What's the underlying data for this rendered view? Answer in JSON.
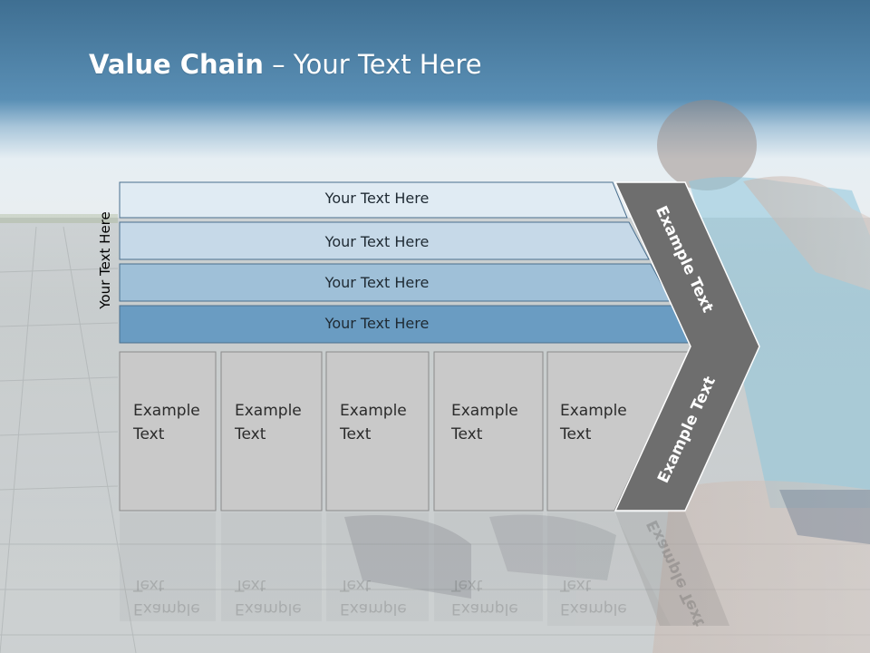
{
  "slide": {
    "title_bold": "Value Chain",
    "title_rest": " – Your Text Here",
    "side_label": "Your Text Here"
  },
  "bands": [
    {
      "label": "Your Text Here",
      "color": "#e0ebf3"
    },
    {
      "label": "Your Text Here",
      "color": "#c6d9e8"
    },
    {
      "label": "Your Text Here",
      "color": "#9fc0d8"
    },
    {
      "label": "Your Text Here",
      "color": "#6a9cc2"
    }
  ],
  "boxes": [
    {
      "line1": "Example",
      "line2": "Text"
    },
    {
      "line1": "Example",
      "line2": "Text"
    },
    {
      "line1": "Example",
      "line2": "Text"
    },
    {
      "line1": "Example",
      "line2": "Text"
    },
    {
      "line1": "Example",
      "line2": "Text"
    }
  ],
  "chevron": {
    "upper_label": "Example Text",
    "lower_label": "Example Text",
    "color": "#6e6e6e"
  },
  "colors": {
    "box_fill": "#c9c9c9",
    "header_blue": "#4a7da4"
  }
}
